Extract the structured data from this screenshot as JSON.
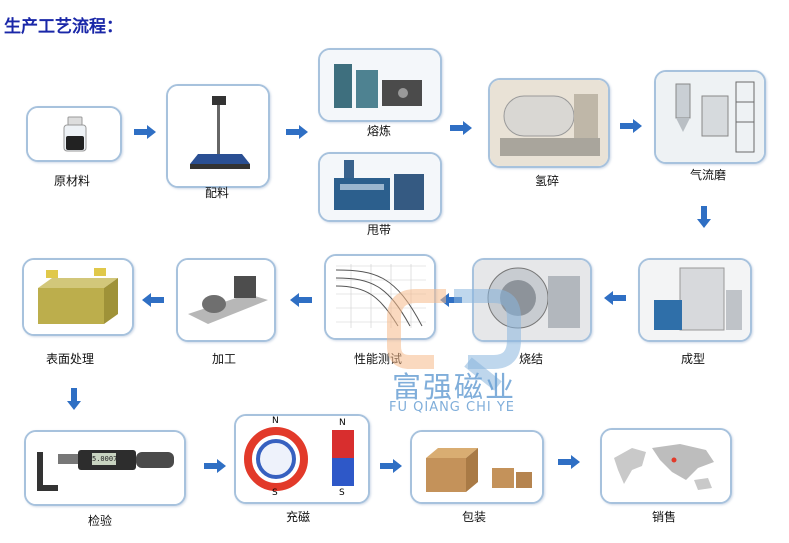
{
  "title": "生产工艺流程：",
  "steps": [
    {
      "id": "raw",
      "label": "原材料"
    },
    {
      "id": "batch",
      "label": "配料"
    },
    {
      "id": "smelt",
      "label": "熔炼"
    },
    {
      "id": "strip",
      "label": "甩带"
    },
    {
      "id": "hydro",
      "label": "氢碎"
    },
    {
      "id": "jet",
      "label": "气流磨"
    },
    {
      "id": "press",
      "label": "成型"
    },
    {
      "id": "sinter",
      "label": "烧结"
    },
    {
      "id": "test",
      "label": "性能测试"
    },
    {
      "id": "machine",
      "label": "加工"
    },
    {
      "id": "surface",
      "label": "表面处理"
    },
    {
      "id": "inspect",
      "label": "检验"
    },
    {
      "id": "magnetize",
      "label": "充磁"
    },
    {
      "id": "pack",
      "label": "包装"
    },
    {
      "id": "sale",
      "label": "销售"
    }
  ],
  "magnet_poles": {
    "north": "N",
    "south": "S"
  },
  "micrometer_reading": "5.0007",
  "watermark": {
    "cn": "富强磁业",
    "en": "FU QIANG CHI YE"
  },
  "colors": {
    "title": "#1a27a8",
    "arrow": "#2f6fc4",
    "frame": "#a7c2dd",
    "watermark": "#6aa0d4"
  }
}
